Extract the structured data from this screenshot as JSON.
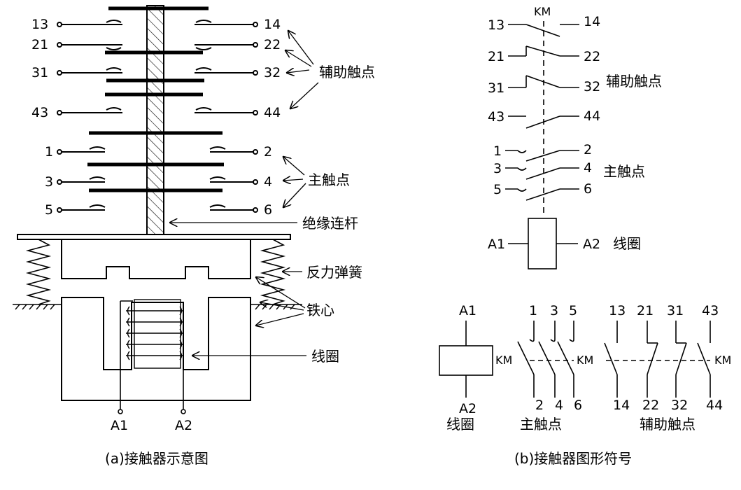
{
  "schematic": {
    "terminals_left": [
      "13",
      "21",
      "31",
      "43",
      "1",
      "3",
      "5"
    ],
    "terminals_right": [
      "14",
      "22",
      "32",
      "44",
      "2",
      "4",
      "6"
    ],
    "labels": {
      "aux": "辅助触点",
      "main": "主触点",
      "rod": "绝缘连杆",
      "spring": "反力弹簧",
      "core": "铁心",
      "coil": "线圈"
    },
    "coil_terminals": [
      "A1",
      "A2"
    ],
    "caption": "(a)接触器示意图"
  },
  "symbols": {
    "km": "KM",
    "top_left": [
      "13",
      "21",
      "31",
      "43",
      "1",
      "3",
      "5"
    ],
    "top_right": [
      "14",
      "22",
      "32",
      "44",
      "2",
      "4",
      "6"
    ],
    "aux_label": "辅助触点",
    "main_label": "主触点",
    "coil": {
      "a1": "A1",
      "a2": "A2",
      "label": "线圈"
    },
    "bottom": {
      "coil_a1": "A1",
      "coil_a2": "A2",
      "coil_label": "线圈",
      "main_top": [
        "1",
        "3",
        "5"
      ],
      "main_bottom": [
        "2",
        "4",
        "6"
      ],
      "main_label": "主触点",
      "aux_top": [
        "13",
        "21",
        "31",
        "43"
      ],
      "aux_bottom": [
        "14",
        "22",
        "32",
        "44"
      ],
      "aux_label": "辅助触点"
    },
    "caption": "(b)接触器图形符号"
  }
}
